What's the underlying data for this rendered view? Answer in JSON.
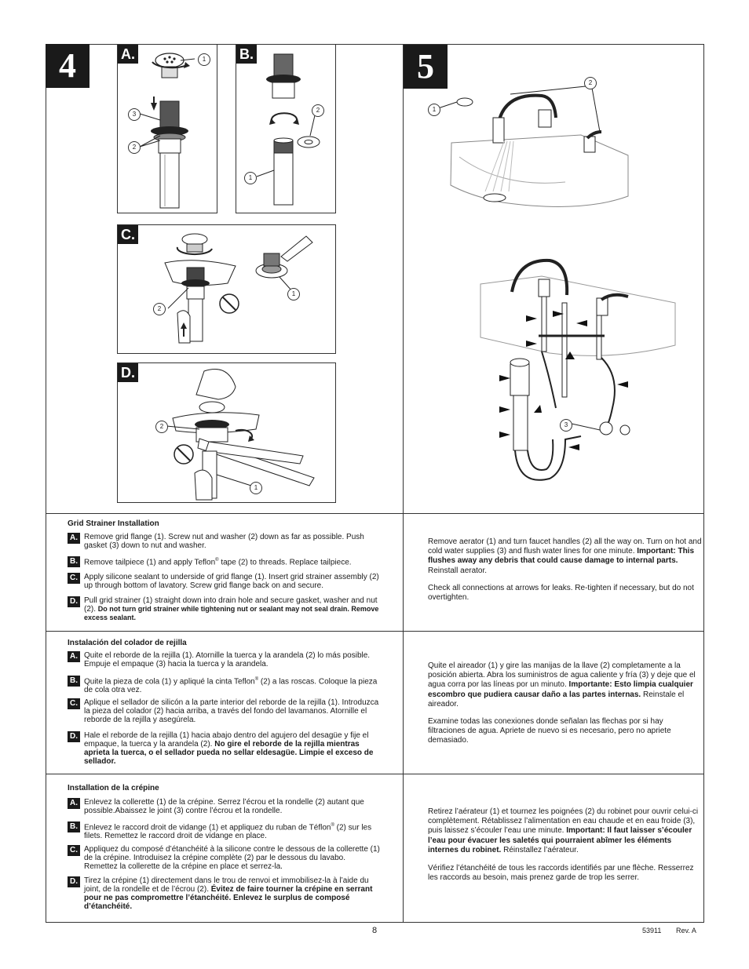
{
  "step4": {
    "number": "4",
    "panels": {
      "A": {
        "label": "A.",
        "callouts": [
          "1",
          "3",
          "2"
        ]
      },
      "B": {
        "label": "B.",
        "callouts": [
          "2",
          "1"
        ]
      },
      "C": {
        "label": "C.",
        "callouts": [
          "1",
          "2"
        ]
      },
      "D": {
        "label": "D.",
        "callouts": [
          "2",
          "1"
        ]
      }
    }
  },
  "step5": {
    "number": "5",
    "callouts": [
      "1",
      "2",
      "3"
    ]
  },
  "english": {
    "title": "Grid Strainer Installation",
    "items": [
      {
        "badge": "A.",
        "text": "Remove grid flange (1). Screw nut and washer (2) down as far as possible. Push gasket (3) down to nut and washer.",
        "bold": ""
      },
      {
        "badge": "B.",
        "text_pre": "Remove tailpiece (1) and apply Teflon",
        "sup": "®",
        "text_post": " tape (2) to threads. Replace tailpiece."
      },
      {
        "badge": "C.",
        "text": "Apply silicone sealant to underside of grid flange (1). Insert grid strainer assembly (2) up through bottom of lavatory. Screw grid flange back on and secure.",
        "bold": ""
      },
      {
        "badge": "D.",
        "text": "Pull grid strainer (1) straight down into drain hole and secure gasket, washer and nut (2). ",
        "bold": "Do not turn grid strainer while tightening nut or sealant may not seal drain. Remove excess sealant."
      }
    ],
    "right_p1": "Remove aerator (1) and turn faucet handles (2) all the way on. Turn on hot and cold water supplies (3) and flush water lines for one minute. ",
    "right_p1_bold": "Important: This flushes away any debris that could cause damage to internal parts.",
    "right_p1_end": " Reinstall aerator.",
    "right_p2": "Check all connections at arrows for leaks. Re-tighten if necessary, but do not overtighten."
  },
  "spanish": {
    "title": "Instalación del colador de rejilla",
    "items": [
      {
        "badge": "A.",
        "text": "Quite el reborde de la rejilla (1). Atornille la tuerca y la arandela (2) lo más posible. Empuje el empaque (3) hacia la tuerca y la arandela.",
        "bold": ""
      },
      {
        "badge": "B.",
        "text_pre": "Quite la pieza de cola (1) y apliqué la cinta Teflon",
        "sup": "®",
        "text_post": " (2) a las roscas. Coloque la pieza de cola otra vez."
      },
      {
        "badge": "C.",
        "text": "Aplique el sellador de silicón a la parte interior del reborde de la rejilla (1). Introduzca la pieza del colador (2) hacia arriba, a través del fondo del lavamanos. Atornille el reborde de la rejilla y asegúrela.",
        "bold": ""
      },
      {
        "badge": "D.",
        "text": "Hale el reborde de la rejilla (1) hacia abajo dentro del agujero del desagüe y fije el empaque, la tuerca y la arandela (2). ",
        "bold": "No gire el reborde de la rejilla mientras aprieta la tuerca, o el sellador pueda no sellar eldesagüe. Limpie el exceso de sellador."
      }
    ],
    "right_p1": "Quite el aireador (1) y gire las manijas de la llave (2) completamente a la posición abierta. Abra los suministros de agua caliente y fría (3) y deje que el agua corra por las líneas por un minuto. ",
    "right_p1_bold": "Importante: Esto limpia cualquier escombro que pudiera causar daño a las partes internas.",
    "right_p1_end": " Reinstale el aireador.",
    "right_p2": "Examine todas las conexiones donde señalan las  flechas por si hay filtraciones de agua. Apriete de nuevo si es necesario, pero no apriete demasiado."
  },
  "french": {
    "title": "Installation de la crépine",
    "items": [
      {
        "badge": "A.",
        "text": "Enlevez la collerette (1) de la crépine. Serrez l’écrou et la rondelle (2) autant que possible.Abaissez le joint (3) contre l’écrou et la rondelle.",
        "bold": ""
      },
      {
        "badge": "B.",
        "text_pre": "Enlevez le raccord droit de vidange (1) et appliquez du ruban de Téflon",
        "sup": "®",
        "text_post": " (2) sur les filets. Remettez le raccord droit de vidange en place."
      },
      {
        "badge": "C.",
        "text": "Appliquez du composé d’étanchéité à la silicone contre le dessous de la collerette (1) de la crépine. Introduisez la crépine complète (2) par le dessous du lavabo. Remettez la collerette de la crépine en place et serrez-la.",
        "bold": ""
      },
      {
        "badge": "D.",
        "text": "Tirez la crépine (1) directement dans le trou de renvoi et immobilisez-la à l’aide du joint, de la rondelle et de l’écrou (2). ",
        "bold": "Évitez de faire tourner la crépine en serrant pour ne pas compromettre l’étanchéité. Enlevez le surplus de composé d’étanchéité."
      }
    ],
    "right_p1": "Retirez l’aérateur (1) et tournez les poignées (2) du robinet pour ouvrir celui-ci complètement. Rétablissez l’alimentation en eau chaude et en eau froide (3), puis laissez s’écouler l’eau une minute. ",
    "right_p1_bold": "Important: Il faut laisser s’écouler l’eau pour évacuer les saletés qui pourraient abîmer les éléments internes du robinet.",
    "right_p1_end": " Réinstallez l’aérateur.",
    "right_p2": "Vérifiez l’étanchéité de tous les raccords identifiés par une flèche. Resserrez les raccords au besoin, mais prenez garde de trop les serrer."
  },
  "footer": {
    "page": "8",
    "doc_number": "53911",
    "revision": "Rev. A"
  }
}
